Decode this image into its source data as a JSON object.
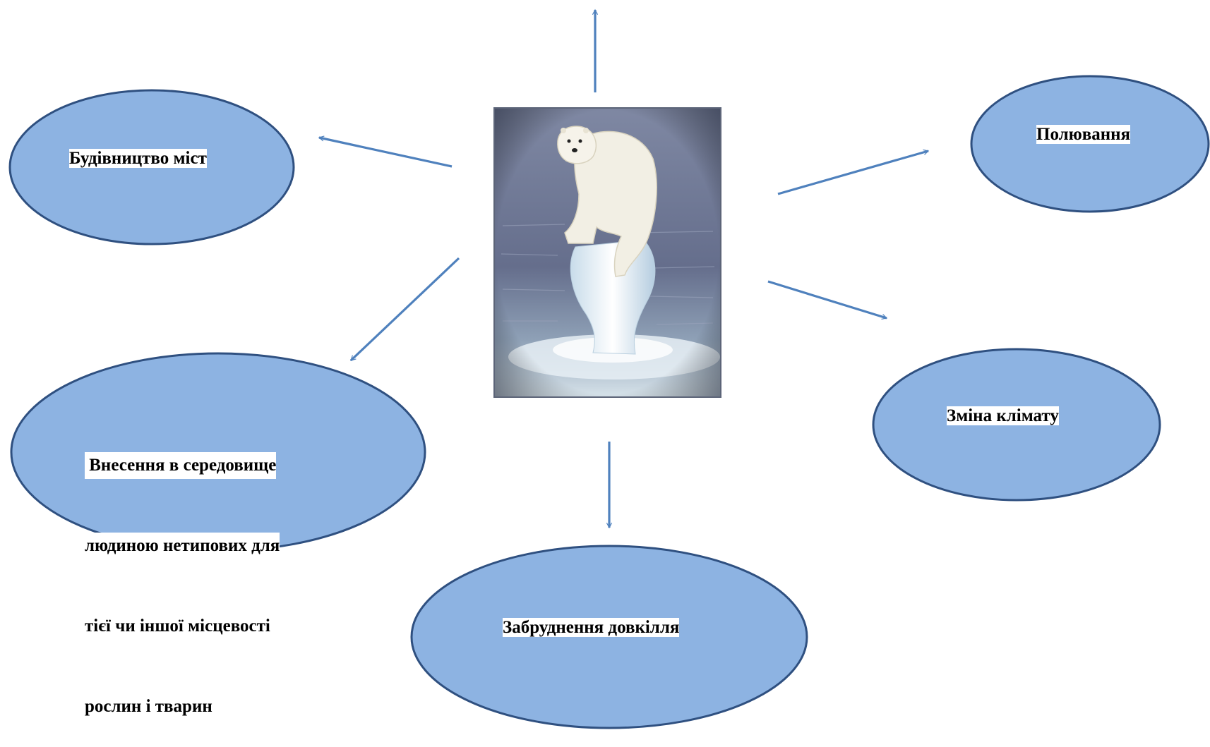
{
  "colors": {
    "node_fill": "#8db3e2",
    "node_stroke": "#2f5080",
    "arrow": "#4f81bd",
    "label_bg": "#ffffff"
  },
  "center": {
    "image": "polar-bear-on-melting-ice-photo"
  },
  "nodes": {
    "top_left": {
      "text": "Будівництво міст"
    },
    "top_right": {
      "text": "Полювання"
    },
    "middle_left": {
      "lines": [
        " Внесення в середовище",
        "людиною нетипових для",
        "тієї чи іншої місцевості",
        "рослин і тварин"
      ]
    },
    "middle_right": {
      "text": "Зміна клімату"
    },
    "bottom": {
      "text": "Забруднення довкілля"
    }
  }
}
